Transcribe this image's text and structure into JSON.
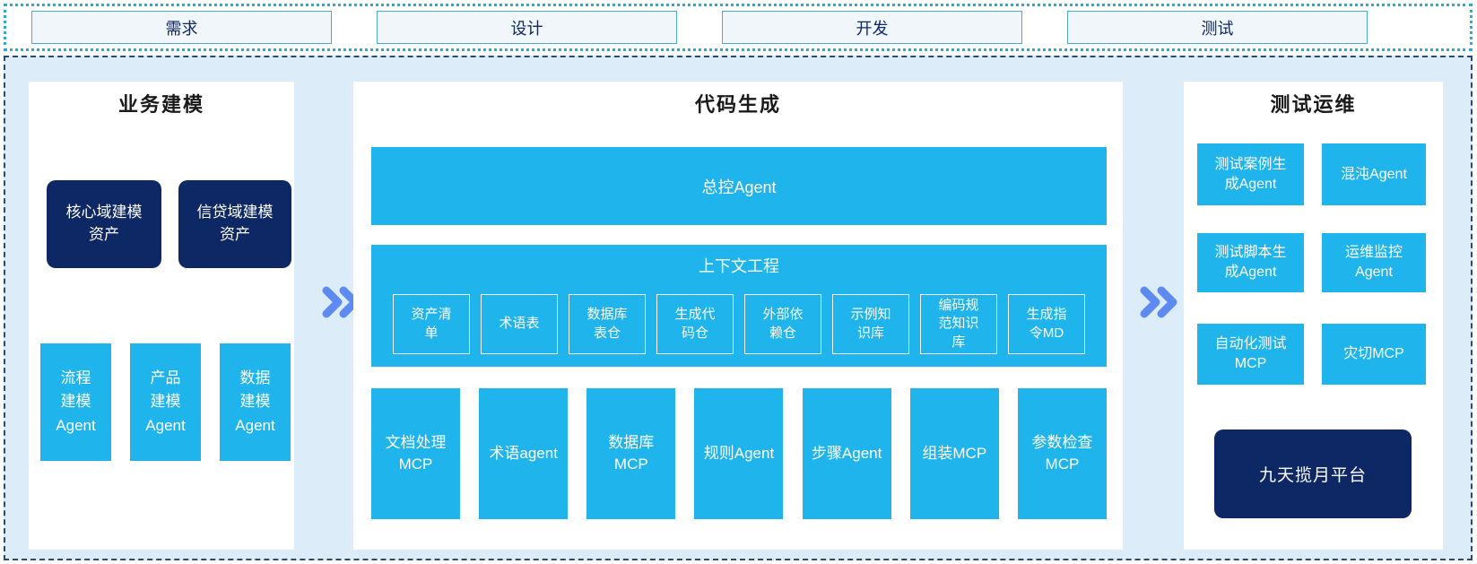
{
  "phases": [
    "需求",
    "设计",
    "开发",
    "测试"
  ],
  "panels": {
    "business_modeling": {
      "title": "业务建模",
      "assets": [
        "核心域建模\n资产",
        "信贷域建模\n资产"
      ],
      "agents": [
        "流程\n建模\nAgent",
        "产品\n建模\nAgent",
        "数据\n建模\nAgent"
      ]
    },
    "code_generation": {
      "title": "代码生成",
      "master_agent": "总控Agent",
      "context_engineering": {
        "title": "上下文工程",
        "items": [
          "资产清\n单",
          "术语表",
          "数据库\n表仓",
          "生成代\n码仓",
          "外部依\n赖仓",
          "示例知\n识库",
          "编码规\n范知识\n库",
          "生成指\n令MD"
        ]
      },
      "tools": [
        "文档处理\nMCP",
        "术语agent",
        "数据库\nMCP",
        "规则Agent",
        "步骤Agent",
        "组装MCP",
        "参数检查\nMCP"
      ]
    },
    "test_ops": {
      "title": "测试运维",
      "boxes": [
        "测试案例生\n成Agent",
        "混沌Agent",
        "测试脚本生\n成Agent",
        "运维监控\nAgent",
        "自动化测试\nMCP",
        "灾切MCP"
      ],
      "platform": "九天揽月平台"
    }
  },
  "icons": {
    "flow_arrow": "double-chevron-right-icon"
  },
  "colors": {
    "cyan_box": "#1FB4EB",
    "navy_box": "#0E2765",
    "phase_box_fill": "#F0F6FA",
    "phase_box_border": "#4BA9CF",
    "top_strip_border": "#2BA9D6",
    "main_area_fill": "#DCEDF9",
    "main_area_border": "#2A4A70",
    "chevron": "#5E8BF2",
    "title_text": "#1a1a1a",
    "phase_text": "#0E2765"
  }
}
